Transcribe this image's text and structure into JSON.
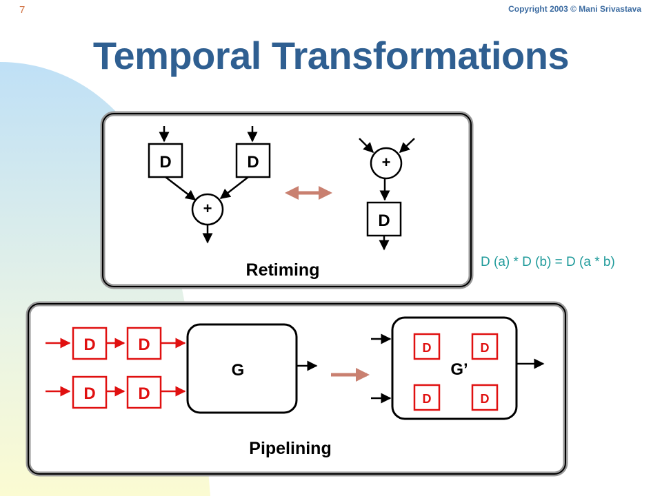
{
  "slide_number": "7",
  "copyright": "Copyright 2003 © Mani Srivastava",
  "title": "Temporal Transformations",
  "retiming": {
    "caption": "Retiming",
    "left_delays": [
      "D",
      "D"
    ],
    "adder_symbol": "+",
    "right_delay": "D"
  },
  "identity": "D (a) * D (b) = D (a * b)",
  "pipelining": {
    "caption": "Pipelining",
    "input_delays": [
      "D",
      "D",
      "D",
      "D"
    ],
    "block_label": "G",
    "block_label_after": "G’",
    "inner_delays": [
      "D",
      "D",
      "D",
      "D"
    ]
  },
  "colors": {
    "title": "#2f5f91",
    "formula": "#1e9a9a",
    "pipeline_red": "#e01010",
    "transform_arrow": "#c98070"
  }
}
